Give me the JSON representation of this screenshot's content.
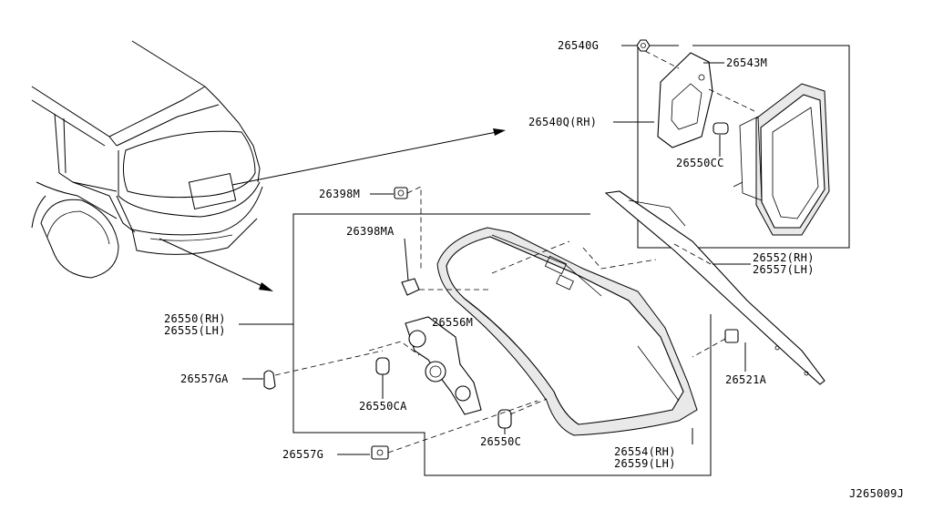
{
  "diagram_id": "J265009J",
  "labels": {
    "p26540G": "26540G",
    "p26543M": "26543M",
    "p26540Q": "26540Q(RH)",
    "p26550CC": "26550CC",
    "p26398M": "26398M",
    "p26398MA": "26398MA",
    "p26552": "26552(RH)",
    "p26557": "26557(LH)",
    "p26550": "26550(RH)",
    "p26555": "26555(LH)",
    "p26556M": "26556M",
    "p26557GA": "26557GA",
    "p26521A": "26521A",
    "p26550CA": "26550CA",
    "p26550C": "26550C",
    "p26557G": "26557G",
    "p26554": "26554(RH)",
    "p26559": "26559(LH)"
  }
}
